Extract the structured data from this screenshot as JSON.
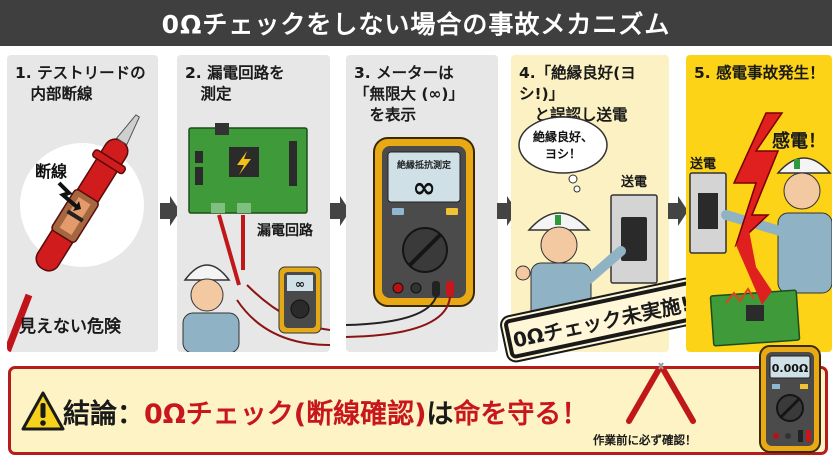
{
  "title": "0Ωチェックをしない場合の事故メカニズム",
  "panels": [
    {
      "step": "1",
      "title": "1. テストリードの\n　内部断線",
      "callout": "断線",
      "caption": "見えない危険",
      "background": "#e7e7e7"
    },
    {
      "step": "2",
      "title": "2. 漏電回路を\n　測定",
      "label": "漏電回路",
      "meter_display": "∞",
      "background": "#e7e7e7"
    },
    {
      "step": "3",
      "title": "3. メーターは\n「無限大 (∞)」\n　を表示",
      "meter_mode": "絶縁抵抗測定",
      "meter_display": "∞",
      "background": "#e7e7e7"
    },
    {
      "step": "4",
      "title": "4.「絶縁良好(ヨシ!)」\n　と誤認し送電",
      "thought_bubble": "絶縁良好、\nヨシ！",
      "switch_label": "送電",
      "stamp": "0Ωチェック未実施!",
      "background": "#fbf1c2"
    },
    {
      "step": "5",
      "title": "5. 感電事故発生！",
      "switch_label": "送電",
      "shout": "感電！",
      "background": "#fcd317"
    }
  ],
  "conclusion": {
    "prefix": "結論：",
    "highlight1": "0Ωチェック(断線確認)",
    "middle": "は",
    "highlight2": "命を守る！",
    "caption": "作業前に必ず確認！",
    "meter_display": "0.00Ω",
    "border_color": "#b71c1c",
    "accent_color": "#c8161d"
  },
  "icons": {
    "warning": "warning-triangle-icon",
    "arrow": "arrow-right-icon"
  }
}
